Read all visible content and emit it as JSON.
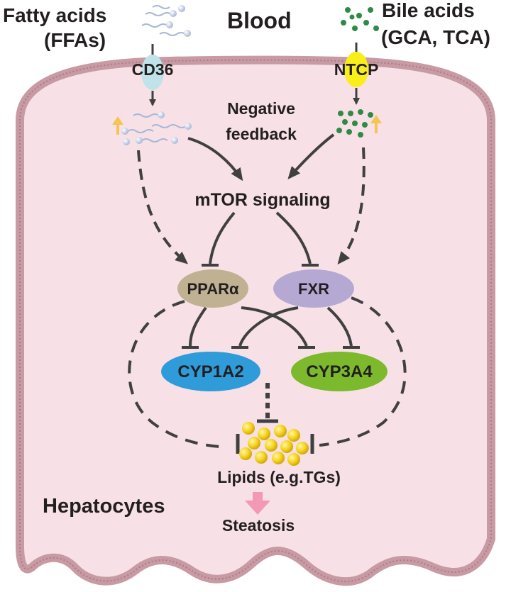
{
  "labels": {
    "fatty_acids_line1": "Fatty acids",
    "fatty_acids_line2": "(FFAs)",
    "blood": "Blood",
    "bile_acids_line1": "Bile acids",
    "bile_acids_line2": "(GCA, TCA)",
    "cd36": "CD36",
    "ntcp": "NTCP",
    "negative_feedback_line1": "Negative",
    "negative_feedback_line2": "feedback",
    "mtor": "mTOR signaling",
    "ppara": "PPARα",
    "fxr": "FXR",
    "cyp1a2": "CYP1A2",
    "cyp3a4": "CYP3A4",
    "lipids": "Lipids (e.g.TGs)",
    "hepatocytes": "Hepatocytes",
    "steatosis": "Steatosis"
  },
  "colors": {
    "cell_fill": "#f8e1e6",
    "membrane": "#c79aa4",
    "arrow": "#404041",
    "cd36": "#bfe3e8",
    "ntcp": "#f7ee1a",
    "ppara": "#c0b193",
    "fxr": "#b5a9d4",
    "cyp1a2": "#2f9bd9",
    "cyp3a4": "#7cb92c",
    "bile_dot": "#2e8b46",
    "lipid_droplet": "#f5d31b",
    "up_arrow": "#f4c553",
    "steatosis_arrow": "#f299b6"
  }
}
